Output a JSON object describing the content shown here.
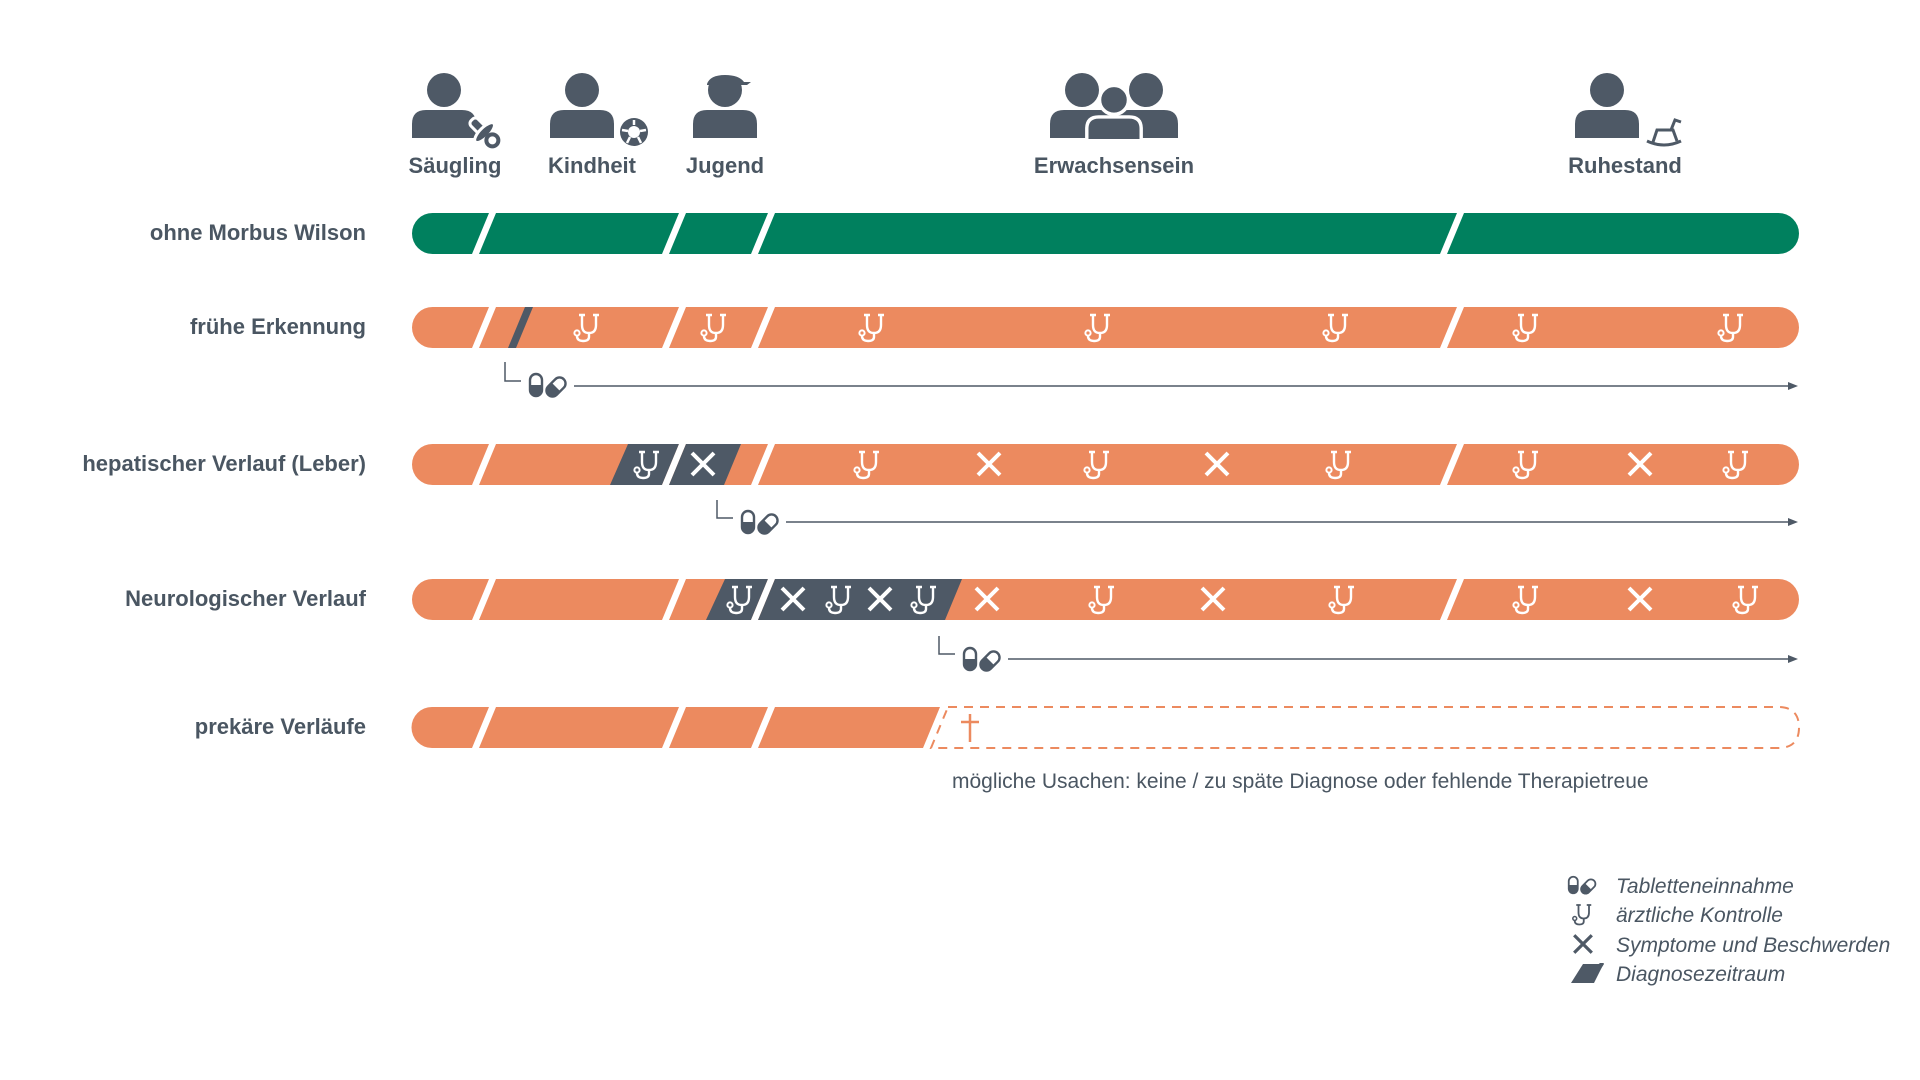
{
  "colors": {
    "green": "#00805e",
    "orange": "#ec8a5f",
    "slate": "#4e5966",
    "text": "#4a5662",
    "white": "#ffffff"
  },
  "stages": [
    {
      "label": "Säugling",
      "icon": "person-pacifier-icon"
    },
    {
      "label": "Kindheit",
      "icon": "person-ball-icon"
    },
    {
      "label": "Jugend",
      "icon": "person-cap-icon"
    },
    {
      "label": "Erwachsensein",
      "icon": "group-icon"
    },
    {
      "label": "Ruhestand",
      "icon": "person-rocking-horse-icon"
    }
  ],
  "rows": [
    {
      "label": "ohne Morbus Wilson",
      "color": "green"
    },
    {
      "label": "frühe Erkennung",
      "color": "orange"
    },
    {
      "label": "hepatischer Verlauf (Leber)",
      "color": "orange"
    },
    {
      "label": "Neurologischer Verlauf",
      "color": "orange"
    },
    {
      "label": "prekäre Verläufe",
      "color": "orange"
    }
  ],
  "note": "mögliche Usachen: keine / zu späte Diagnose oder fehlende Therapietreue",
  "legend": [
    {
      "label": "Tabletteneinnahme",
      "icon": "pill-icon"
    },
    {
      "label": "ärztliche Kontrolle",
      "icon": "stethoscope-icon"
    },
    {
      "label": "Symptome und Beschwerden",
      "icon": "cross-icon"
    },
    {
      "label": "Diagnosezeitraum",
      "icon": "parallelogram-icon"
    }
  ]
}
